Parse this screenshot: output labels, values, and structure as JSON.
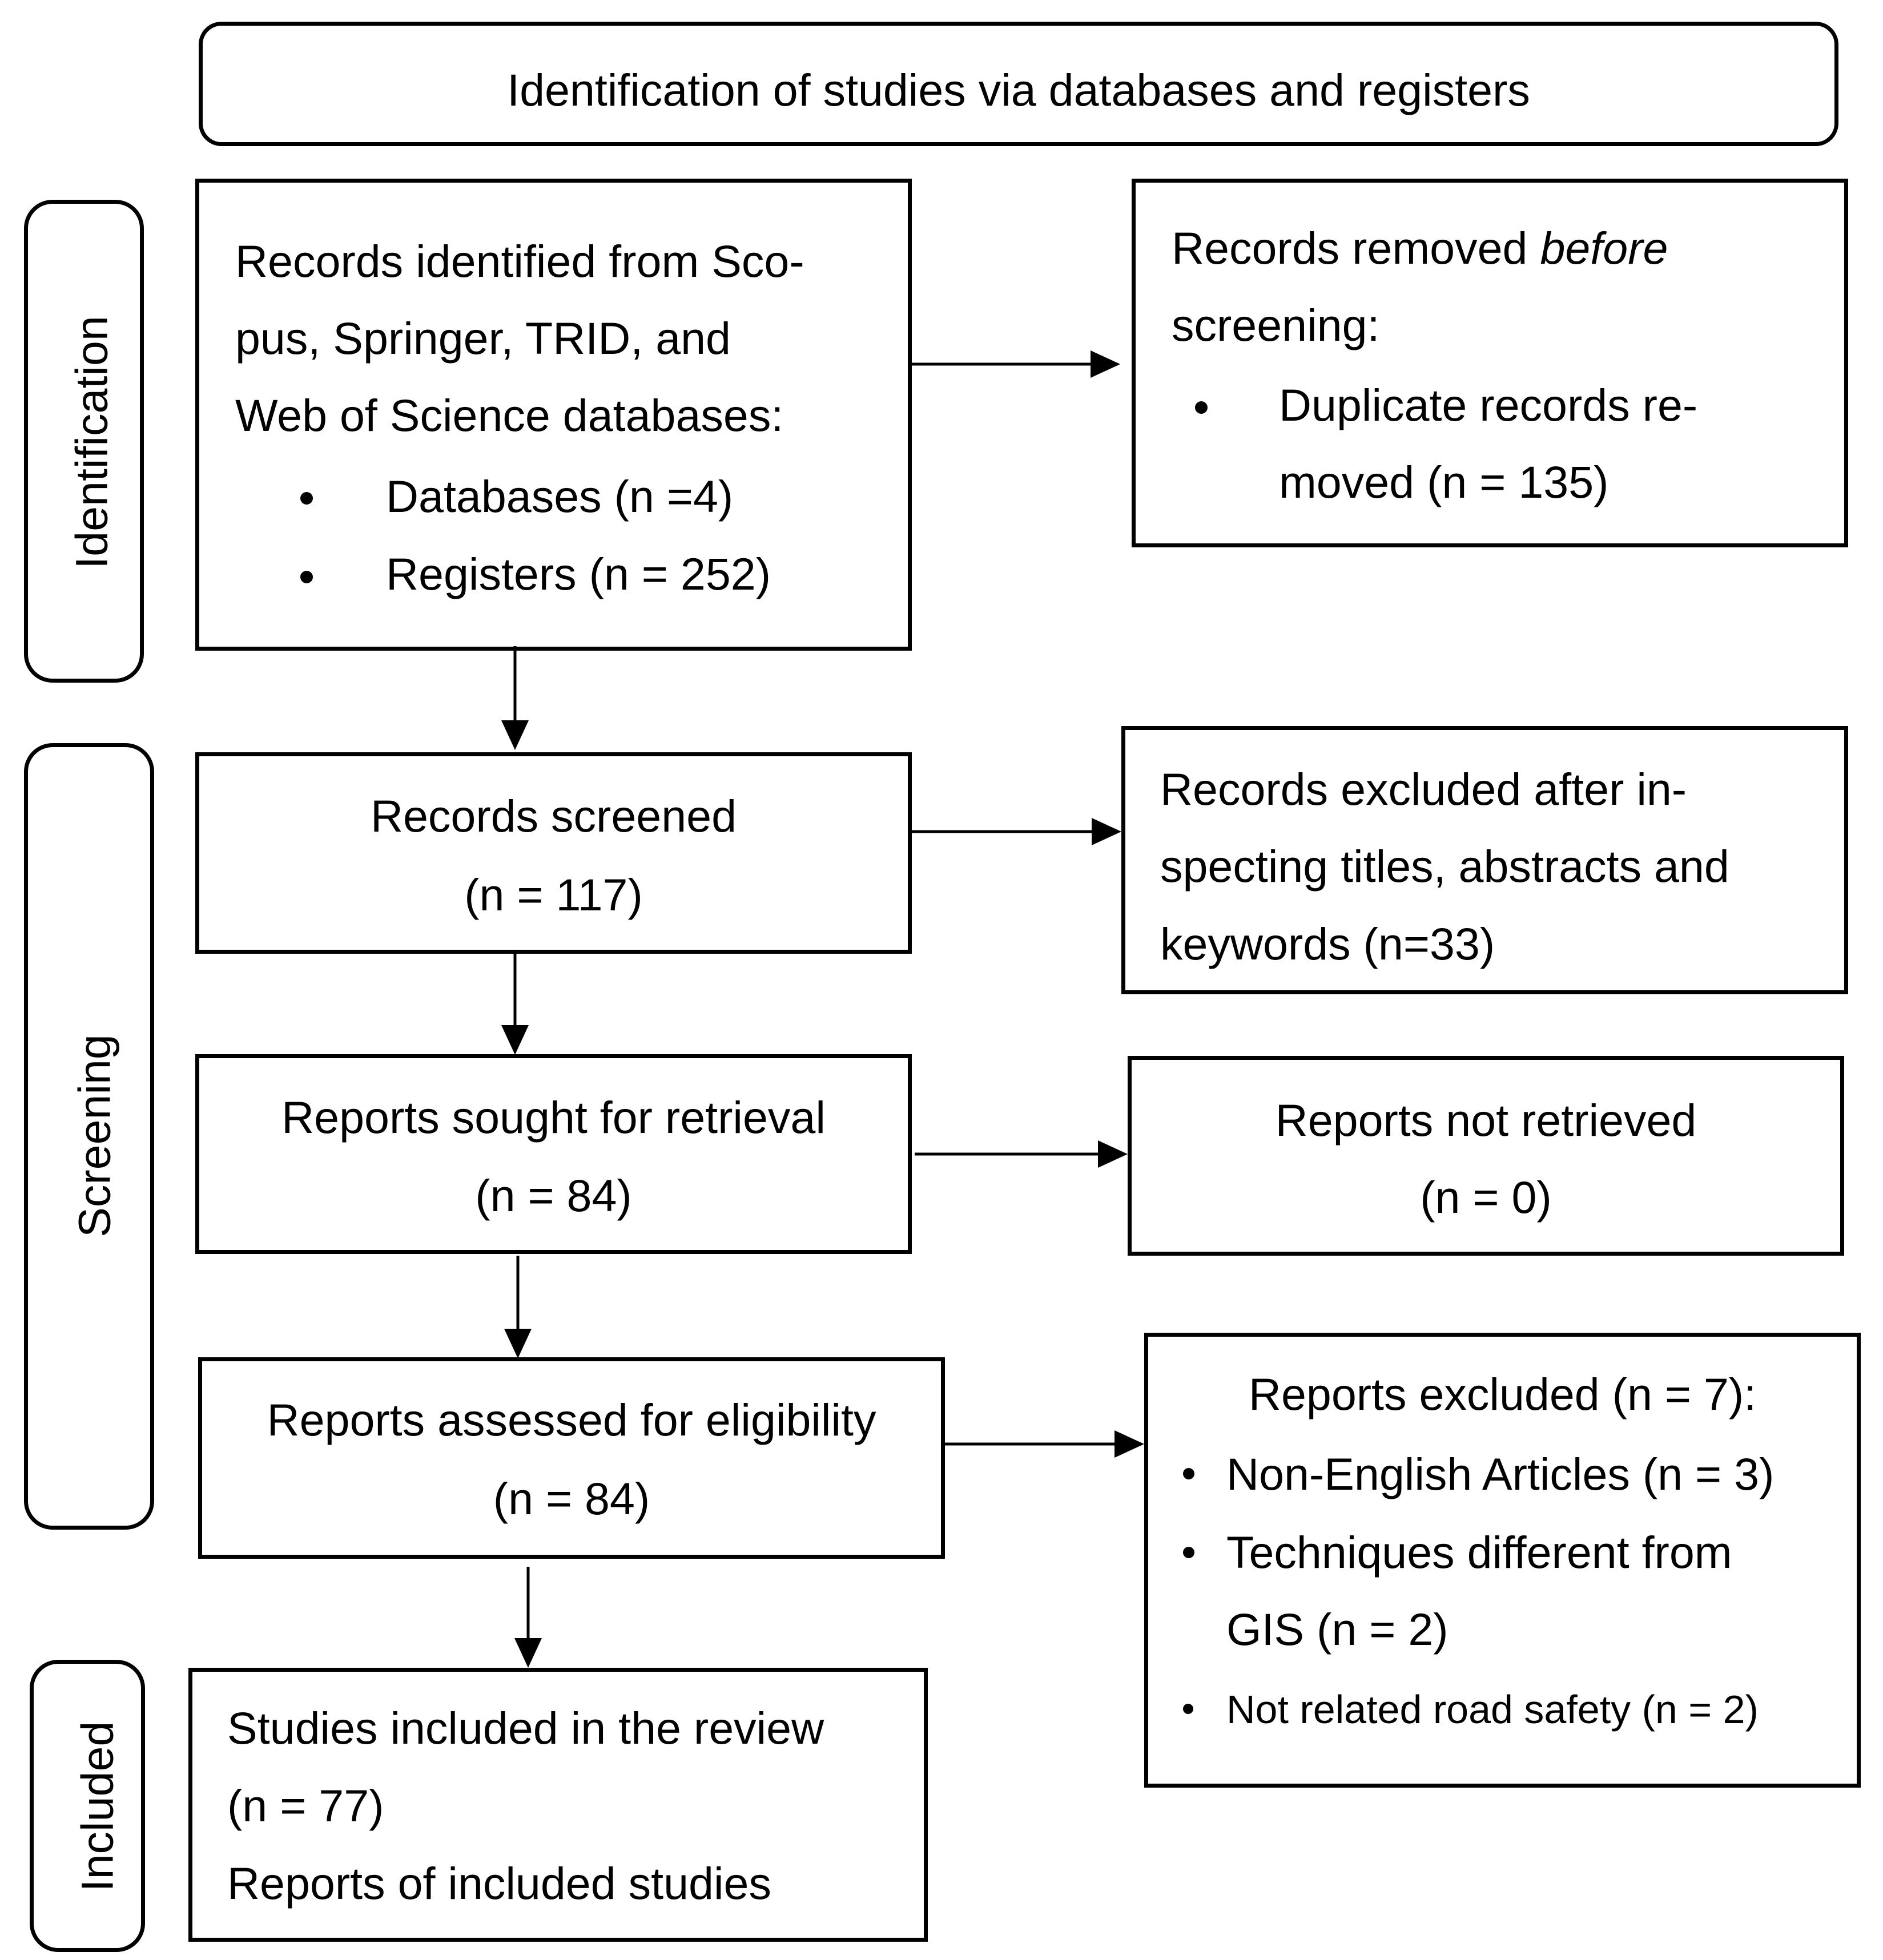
{
  "header": {
    "title": "Identification of studies via databases and registers"
  },
  "phases": {
    "identification": "Identification",
    "screening": "Screening",
    "included": "Included"
  },
  "records_identified": {
    "lines": [
      "Records identified from Sco-",
      "pus, Springer, TRID, and",
      "Web of Science databases:"
    ],
    "bullets": [
      "Databases (n =4)",
      "Registers (n = 252)"
    ]
  },
  "records_removed": {
    "line1_prefix": "Records removed ",
    "line1_italic": "before",
    "line2": "screening:",
    "bullet_lines": [
      "Duplicate records re-",
      "moved (n = 135)"
    ]
  },
  "records_screened": {
    "lines": [
      "Records screened",
      "(n = 117)"
    ]
  },
  "records_excluded": {
    "lines": [
      "Records excluded after in-",
      "specting titles, abstracts and",
      "keywords (n=33)"
    ]
  },
  "reports_sought": {
    "lines": [
      "Reports sought for retrieval",
      "(n = 84)"
    ]
  },
  "reports_not_retrieved": {
    "lines": [
      "Reports not retrieved",
      "(n = 0)"
    ]
  },
  "reports_assessed": {
    "lines": [
      "Reports assessed for eligibility",
      "(n = 84)"
    ]
  },
  "reports_excluded": {
    "title": "Reports excluded (n = 7):",
    "bullet1": "Non-English Articles (n = 3)",
    "bullet2_lines": [
      "Techniques different from",
      "GIS (n = 2)"
    ],
    "bullet3": "Not related road safety (n = 2)"
  },
  "studies_included": {
    "lines": [
      "Studies included in the review",
      "(n = 77)",
      "Reports of included studies"
    ]
  }
}
